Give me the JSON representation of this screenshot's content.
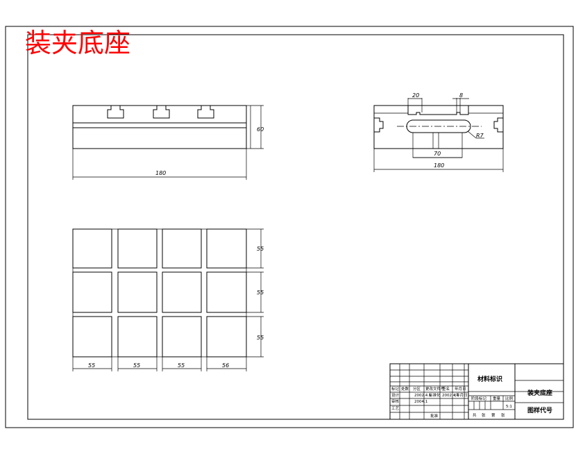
{
  "drawing": {
    "heading": "装夹底座",
    "front_view": {
      "width_dim": "180",
      "height_dim": "60"
    },
    "side_view": {
      "slot_dim": "20",
      "key_dim": "8",
      "radius_dim": "R7",
      "slot_len_dim": "70",
      "width_dim": "180"
    },
    "top_view": {
      "cell_row_dims": [
        "55",
        "55",
        "55"
      ],
      "cell_col_dims": [
        "55",
        "55",
        "55",
        "56"
      ]
    }
  },
  "title_block": {
    "material_label": "材料标识",
    "part_name": "装夹底座",
    "drawing_code_label": "图样代号",
    "scale": "5:1",
    "row_labels": [
      "标记",
      "设计",
      "审核",
      "工艺",
      "处数",
      "分区",
      "更改文件号",
      "签名",
      "年月日"
    ],
    "small_labels": [
      "阶段标记",
      "重量",
      "比例"
    ],
    "std1": "2002.4.1",
    "std2": "2002.4.1",
    "std3": "2004.1",
    "approve_label": "批准",
    "sheet_labels": [
      "共",
      "张",
      "第",
      "张"
    ],
    "stage_text": "标准化",
    "date_text": "(年月日)"
  }
}
